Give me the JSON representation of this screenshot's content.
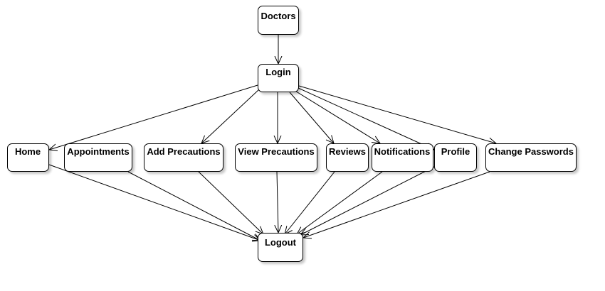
{
  "diagram": {
    "nodes": {
      "doctors": "Doctors",
      "login": "Login",
      "home": "Home",
      "appointments": "Appointments",
      "add_precautions": "Add Precautions",
      "view_precautions": "View Precautions",
      "reviews": "Reviews",
      "notifications": "Notifications",
      "profile": "Profile",
      "change_passwords": "Change Passwords",
      "logout": "Logout"
    },
    "edges": [
      [
        "doctors",
        "login"
      ],
      [
        "login",
        "home"
      ],
      [
        "login",
        "add_precautions"
      ],
      [
        "login",
        "view_precautions"
      ],
      [
        "login",
        "reviews"
      ],
      [
        "login",
        "notifications"
      ],
      [
        "login",
        "profile"
      ],
      [
        "login",
        "change_passwords"
      ],
      [
        "home",
        "logout"
      ],
      [
        "appointments",
        "logout"
      ],
      [
        "add_precautions",
        "logout"
      ],
      [
        "view_precautions",
        "logout"
      ],
      [
        "reviews",
        "logout"
      ],
      [
        "notifications",
        "logout"
      ],
      [
        "profile",
        "logout"
      ],
      [
        "change_passwords",
        "logout"
      ]
    ],
    "colors": {
      "stroke": "#000000",
      "fill": "#ffffff",
      "text": "#000000"
    }
  }
}
